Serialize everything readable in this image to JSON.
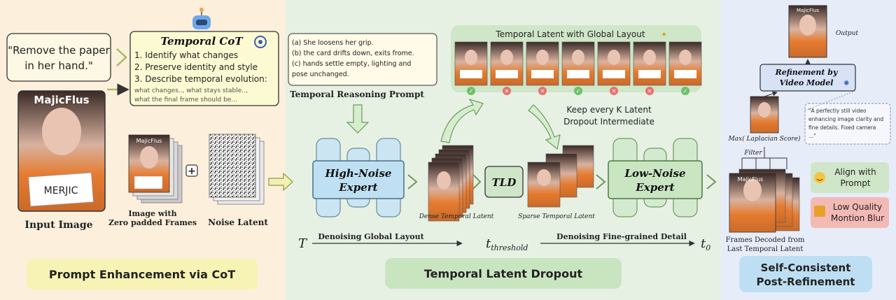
{
  "sections": {
    "cot": {
      "title": "Prompt Enhancement via CoT",
      "user_prompt_line1": "\"Remove the paper",
      "user_prompt_line2": "in her hand.\"",
      "cot_title": "Temporal CoT",
      "cot_steps": [
        "1. Identify what changes",
        "2. Preserve identity and style",
        "3. Describe temporal evolution:"
      ],
      "cot_sub1": "what changes.., what stays stable..,",
      "cot_sub2": "what the final frame should be...",
      "watermark": "MajicFlus",
      "sign_text": "MERJIC",
      "input_label": "Input Image",
      "frames_label1": "Image with",
      "frames_label2": "Zero padded Frames",
      "plus_symbol": "+",
      "noise_label": "Noise Latent"
    },
    "tld": {
      "title": "Temporal Latent Dropout",
      "reasoning_lines": [
        "(a) She loosens her grip.",
        "(b) the card drifts down, exits frome.",
        "(c) hands settle empty, lighting and",
        "pose unchanged."
      ],
      "reasoning_label": "Temporal Reasoning Prompt",
      "global_layout_title": "Temporal Latent with Global Layout",
      "frame_marks": [
        "check",
        "cross",
        "cross",
        "check",
        "cross",
        "cross",
        "check"
      ],
      "keep_line1": "Keep every K Latent",
      "keep_line2": "Dropout Intermediate",
      "high_noise_line1": "High-Noise",
      "high_noise_line2": "Expert",
      "tld_box": "TLD",
      "low_noise_line1": "Low-Noise",
      "low_noise_line2": "Expert",
      "dense_label": "Dense Temporal Latent",
      "sparse_label": "Sparse Temporal Latent",
      "t_start": "T",
      "t_threshold": "t",
      "t_threshold_sub": "threshold",
      "t_end": "t",
      "t_end_sub": "0",
      "denoise_global": "Denoising Global Layout",
      "denoise_fine": "Denoising Fine-grained Detail"
    },
    "refine": {
      "title_line1": "Self-Consistent",
      "title_line2": "Post-Refinement",
      "output_label": "Output",
      "refine_line1": "Refinement by",
      "refine_line2": "Video Model",
      "caption_lines": [
        "\"A perfectly still video",
        "enhancing image clarity and",
        "fine details. Fixed camera",
        "...\""
      ],
      "max_label": "Max( Laplacian Score)",
      "filter_label": "Filter",
      "align_line1": "Align with",
      "align_line2": "Prompt",
      "lowq_line1": "Low Quality",
      "lowq_line2": "Montion Blur",
      "frames_caption1": "Frames Decoded from",
      "frames_caption2": "Last Temporal Latent"
    }
  },
  "colors": {
    "cot_bg": "#fcf0dc",
    "tld_bg": "#e6f1e4",
    "refine_bg": "#e7ecf9",
    "expert_high": "#cbe5f3",
    "expert_low": "#d4ead0",
    "check": "#6fbf6b",
    "cross": "#e8716b"
  }
}
